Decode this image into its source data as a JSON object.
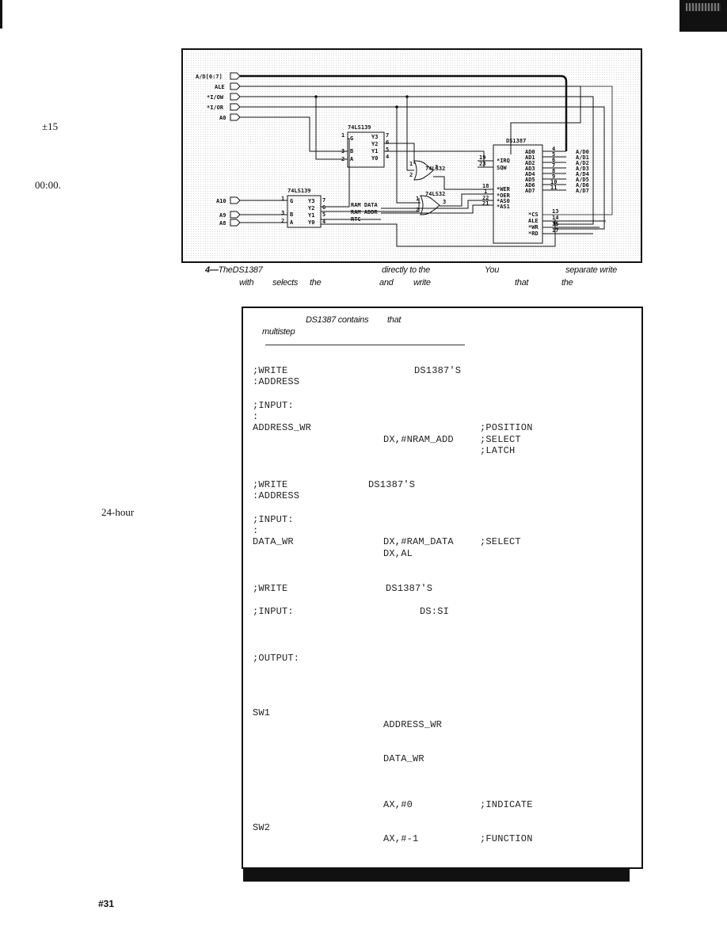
{
  "margin": {
    "tolerance": "±15",
    "time": "00:00.",
    "hour_format": "24-hour"
  },
  "figure": {
    "signals": {
      "ad_bus": "A/D[0:7]",
      "ale": "ALE",
      "iow": "*I/OW",
      "ior": "*I/OR",
      "a0": "A0",
      "a10": "A10",
      "a9": "A9",
      "a8": "A8"
    },
    "chips": {
      "dec_top": "74LS139",
      "dec_bottom": "74LS139",
      "or_top": "74LS32",
      "or_bottom": "74LS32",
      "rtc": "DS1387"
    },
    "dec_top_pins": {
      "g": "1",
      "b": "3",
      "a": "2",
      "y3_pin": "7",
      "y2_pin": "6",
      "y1_pin": "5",
      "y0_pin": "4",
      "g_lbl": "G",
      "b_lbl": "B",
      "a_lbl": "A",
      "y3": "Y3",
      "y2": "Y2",
      "y1": "Y1",
      "y0": "Y0"
    },
    "dec_bottom_pins": {
      "g": "1",
      "b": "3",
      "a": "2",
      "y3_pin": "7",
      "y2_pin": "6",
      "y1_pin": "5",
      "y0_pin": "4",
      "g_lbl": "G",
      "b_lbl": "B",
      "a_lbl": "A",
      "y3": "Y3",
      "y2": "Y2",
      "y1": "Y1",
      "y0": "Y0"
    },
    "or_top_pins": {
      "in1": "1",
      "in2": "2",
      "out": "3"
    },
    "or_bottom_pins": {
      "in1": "1",
      "in2": "2",
      "out": "3"
    },
    "net_labels": {
      "ram_data": "RAM DATA",
      "ram_addr": "RAM ADDR",
      "rtc": "RTC"
    },
    "ds1387_left": [
      {
        "pin": "19",
        "name": "*IRQ"
      },
      {
        "pin": "23",
        "name": "SQW"
      },
      {
        "pin": "18",
        "name": "*WER"
      },
      {
        "pin": "1",
        "name": "*OER"
      },
      {
        "pin": "22",
        "name": "*AS0"
      },
      {
        "pin": "21",
        "name": "*AS1"
      }
    ],
    "ds1387_right": [
      {
        "name": "AD0",
        "pin": "4",
        "bus": "A/D0"
      },
      {
        "name": "AD1",
        "pin": "5",
        "bus": "A/D1"
      },
      {
        "name": "AD2",
        "pin": "6",
        "bus": "A/D2"
      },
      {
        "name": "AD3",
        "pin": "7",
        "bus": "A/D3"
      },
      {
        "name": "AD4",
        "pin": "8",
        "bus": "A/D4"
      },
      {
        "name": "AD5",
        "pin": "9",
        "bus": "A/D5"
      },
      {
        "name": "AD6",
        "pin": "10",
        "bus": "A/D6"
      },
      {
        "name": "AD7",
        "pin": "11",
        "bus": "A/D7"
      }
    ],
    "ds1387_ctrl": [
      {
        "name": "*CS",
        "pin": "13"
      },
      {
        "name": "ALE",
        "pin": "14"
      },
      {
        "name": "*WR",
        "pin": "15"
      },
      {
        "name": "*RD",
        "pin": "17"
      }
    ]
  },
  "caption": {
    "fig_ref": "4—",
    "w1": "TheDS1387",
    "w2": "directly to the",
    "w3": "You",
    "w4": "separate write",
    "w5": "with",
    "w6": "selects",
    "w7": "the",
    "w8": "and",
    "w9": "write",
    "w10": "that",
    "w11": "the"
  },
  "listing": {
    "head_a": "DS1387 contains",
    "head_b": "that",
    "head_c": "multistep",
    "code": [
      {
        "col1": ";WRITE",
        "col2": "",
        "col3": "DS1387'S"
      },
      {
        "col1": ":ADDRESS",
        "col2": "",
        "col3": ""
      },
      {
        "col1": ";INPUT:",
        "col2": "",
        "col3": ""
      },
      {
        "col1": ":",
        "col2": "",
        "col3": ""
      },
      {
        "col1": "ADDRESS_WR",
        "col2": "",
        "col3": ";POSITION"
      },
      {
        "col1": "",
        "col2": "DX,#NRAM_ADD",
        "col3": ";SELECT"
      },
      {
        "col1": "",
        "col2": "",
        "col3": ";LATCH"
      },
      {
        "col1": ";WRITE",
        "col2": "DS1387'S",
        "col3": ""
      },
      {
        "col1": ":ADDRESS",
        "col2": "",
        "col3": ""
      },
      {
        "col1": ";INPUT:",
        "col2": "",
        "col3": ""
      },
      {
        "col1": ":",
        "col2": "",
        "col3": ""
      },
      {
        "col1": "DATA_WR",
        "col2": "DX,#RAM_DATA",
        "col3": ";SELECT"
      },
      {
        "col1": "",
        "col2": "DX,AL",
        "col3": ""
      },
      {
        "col1": ";WRITE",
        "col2": "DS1387'S",
        "col3": ""
      },
      {
        "col1": ";INPUT:",
        "col2": "DS:SI",
        "col3": ""
      },
      {
        "col1": ";OUTPUT:",
        "col2": "",
        "col3": ""
      },
      {
        "col1": "SW1",
        "col2": "",
        "col3": ""
      },
      {
        "col1": "",
        "col2": "ADDRESS_WR",
        "col3": ""
      },
      {
        "col1": "",
        "col2": "DATA_WR",
        "col3": ""
      },
      {
        "col1": "",
        "col2": "AX,#0",
        "col3": ";INDICATE"
      },
      {
        "col1": "SW2",
        "col2": "",
        "col3": ""
      },
      {
        "col1": "",
        "col2": "AX,#-1",
        "col3": ";FUNCTION"
      }
    ]
  },
  "footer": {
    "page_number": "#31"
  }
}
